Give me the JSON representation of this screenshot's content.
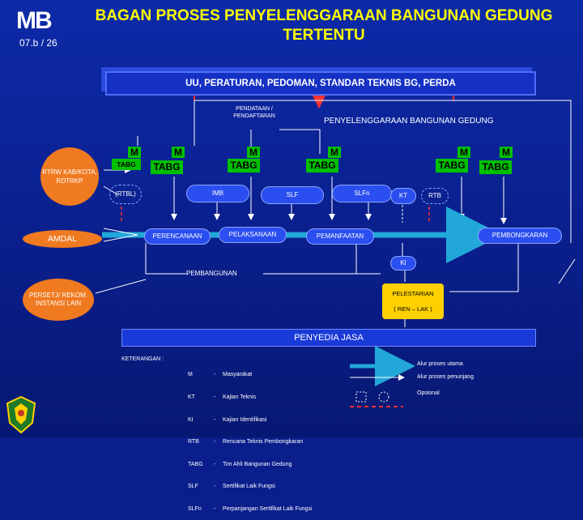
{
  "header": {
    "logo_text": "MB",
    "slide_number": "07.b / 26",
    "title": "BAGAN PROSES PENYELENGGARAAN BANGUNAN GEDUNG TERTENTU"
  },
  "law_box": "UU, PERATURAN, PEDOMAN, STANDAR TEKNIS BG, PERDA",
  "nodes": {
    "pendataan": "PENDATAAN / PENDAFTARAN",
    "penyelenggaraan": "PENYELENGGARAAN BANGUNAN GEDUNG",
    "m": "M",
    "tabg": "TABG",
    "rtrw": "RTRW KAB/KOTA, RDTRKP",
    "rtbl": "(RTBL)",
    "imb": "IMB",
    "slf": "SLF",
    "slfn": "SLFn",
    "kt": "KT",
    "rtb": "RTB",
    "amdal": "AMDAL",
    "perencanaan": "PERENCANAAN",
    "pelaksanaan": "PELAKSANAAN",
    "pemanfaatan": "PEMANFAATAN",
    "pembongkaran": "PEMBONGKARAN",
    "ki": "KI",
    "pembangunan": "PEMBANGUNAN",
    "persetj": "PERSETJ/ REKOM. INSTANSI LAIN",
    "pelestarian": "PELESTARIAN",
    "ren_lak": "( REN – LAK )",
    "penyedia": "PENYEDIA JASA"
  },
  "legend": {
    "heading": "KETERANGAN :",
    "abbreviations": [
      "M",
      "KT",
      "KI",
      "RTB",
      "TABG",
      "SLF",
      "SLFn"
    ],
    "dashes": [
      "-",
      "-",
      "-",
      "-",
      "-",
      "-",
      "-"
    ],
    "meanings": [
      "Masyarakat",
      "Kajian Teknis",
      "Kajian Identifikasi",
      "Rencana Teknis Pembongkaran",
      "Tim Ahli Bangunan Gedung",
      "Sertifikat Laik Fungsi",
      "Perpanjangan Sertifikat Laik Fungsi"
    ],
    "main_flow": "Alur proses utama",
    "support_flow": "Alur proses penunjang",
    "optional": "Opsional"
  },
  "colors": {
    "background": "#0a1f8c",
    "title": "#ffff00",
    "green": "#00c000",
    "orange": "#f07a20",
    "yellow": "#ffd000",
    "red_arrow": "#ff2020",
    "main_arrow": "#22a8d8"
  }
}
